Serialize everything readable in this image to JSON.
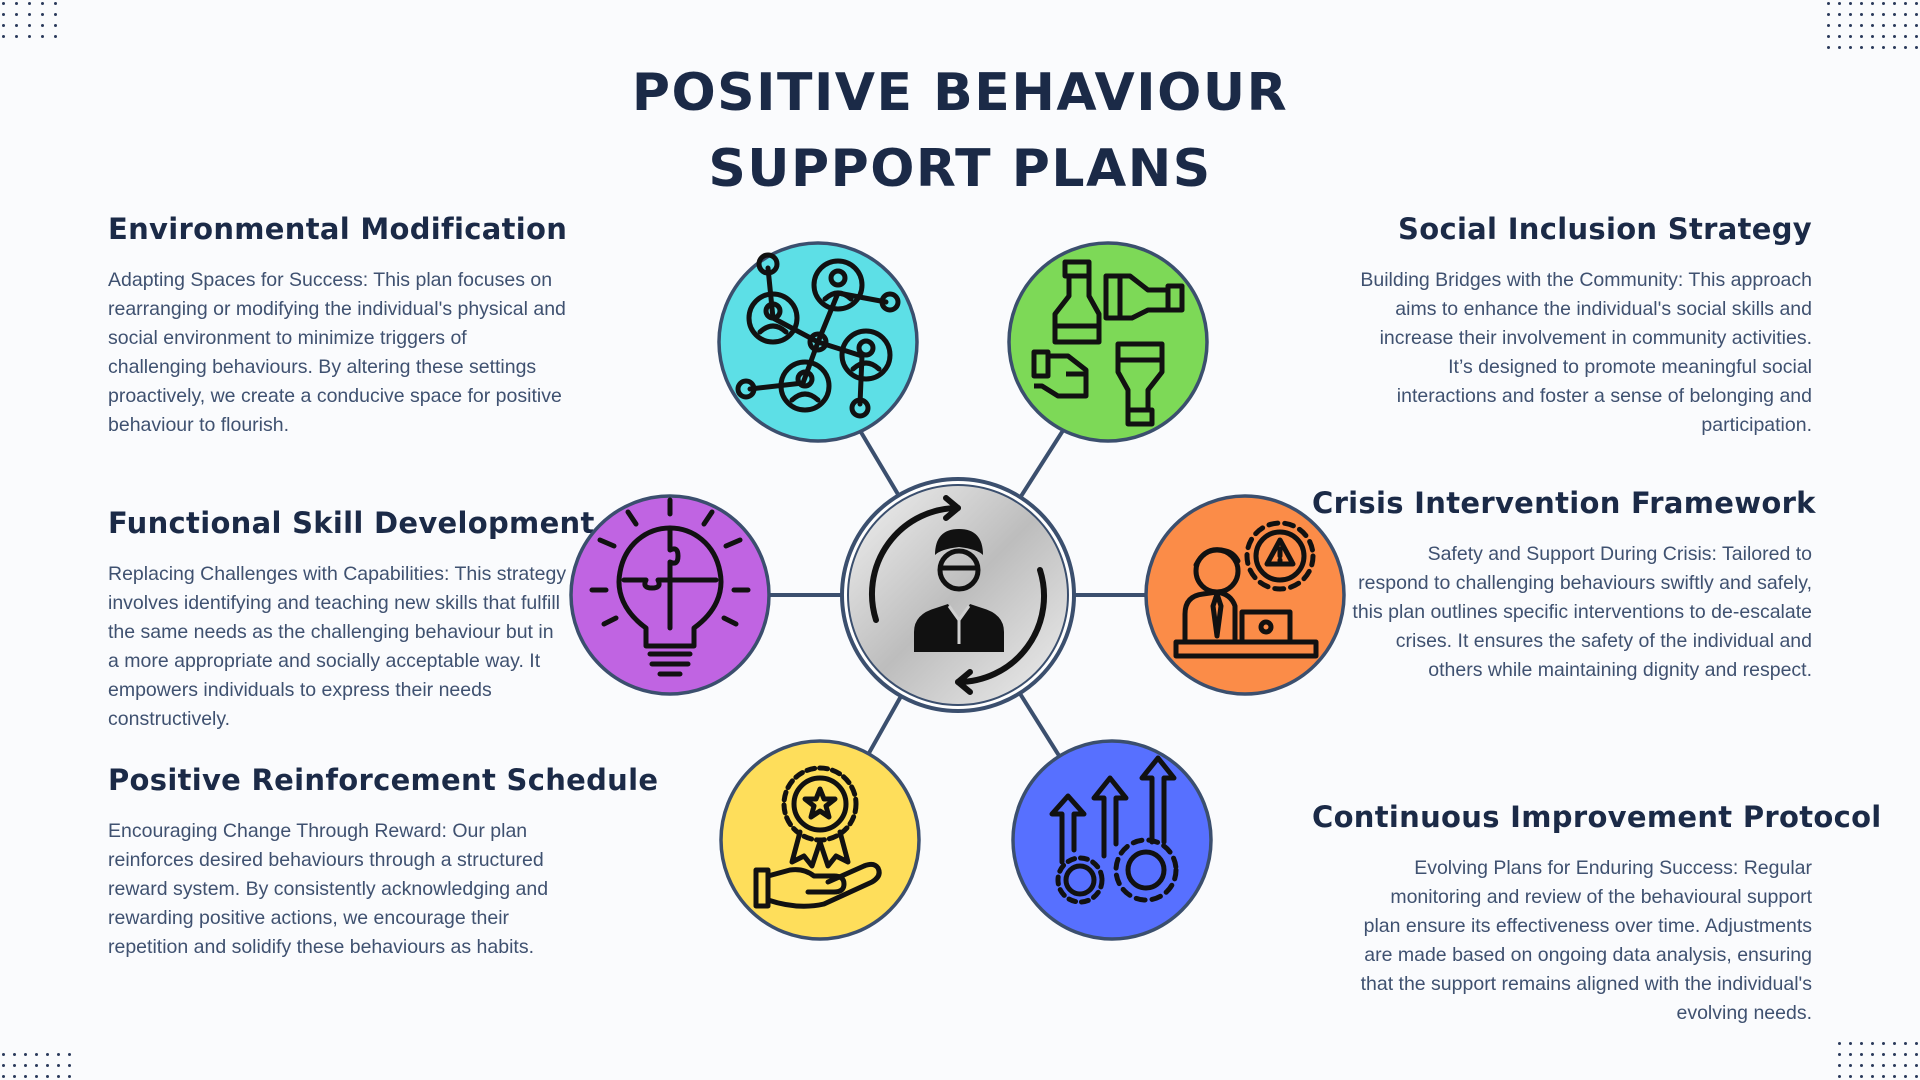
{
  "title": "POSITIVE BEHAVIOUR SUPPORT PLANS",
  "colors": {
    "cyan": "#5ddfe6",
    "green": "#7dd957",
    "purple": "#c064e2",
    "orange": "#fb8c48",
    "yellow": "#fede5b",
    "blue": "#5770ff",
    "center": "#d9d9d9",
    "ring": "#3b4f6e",
    "text": "#3f5170",
    "heading": "#1b2a47"
  },
  "center_icon": "person-with-cycle-arrows-icon",
  "left_sections": [
    {
      "heading": "Environmental Modification",
      "body": "Adapting Spaces for Success: This plan focuses on rearranging or modifying the individual's physical and social environment to minimize triggers of challenging behaviours. By altering these settings proactively, we create a conducive space for positive behaviour to flourish.",
      "icon": "people-network-icon"
    },
    {
      "heading": "Functional Skill Development",
      "body": "Replacing Challenges with Capabilities: This strategy involves identifying and teaching new skills that fulfill the same needs as the challenging behaviour but in a more appropriate and socially acceptable way. It empowers individuals to express their needs constructively.",
      "icon": "puzzle-lightbulb-icon"
    },
    {
      "heading": "Positive Reinforcement Schedule",
      "body": "Encouraging Change Through Reward: Our plan reinforces desired behaviours through a structured reward system. By consistently acknowledging and rewarding positive actions, we encourage their repetition and solidify these behaviours as habits.",
      "icon": "hand-award-medal-icon"
    }
  ],
  "right_sections": [
    {
      "heading": "Social Inclusion Strategy",
      "body": "Building Bridges with the Community: This approach aims to enhance the individual's social skills and increase their involvement in community activities. It’s designed to promote meaningful social interactions and foster a sense of belonging and participation.",
      "icon": "four-hands-cooperation-icon"
    },
    {
      "heading": "Crisis Intervention Framework",
      "body": "Safety and Support During Crisis: Tailored to respond to challenging behaviours swiftly and safely, this plan outlines specific interventions to de-escalate crises. It ensures the safety of the individual and others while maintaining dignity and respect.",
      "icon": "person-laptop-warning-gear-icon"
    },
    {
      "heading": "Continuous Improvement Protocol",
      "body": "Evolving Plans for Enduring Success: Regular monitoring and review of the behavioural support plan ensure its effectiveness over time. Adjustments are made based on ongoing data analysis, ensuring that the support remains aligned with the individual's evolving needs.",
      "icon": "gears-up-arrows-icon"
    }
  ]
}
